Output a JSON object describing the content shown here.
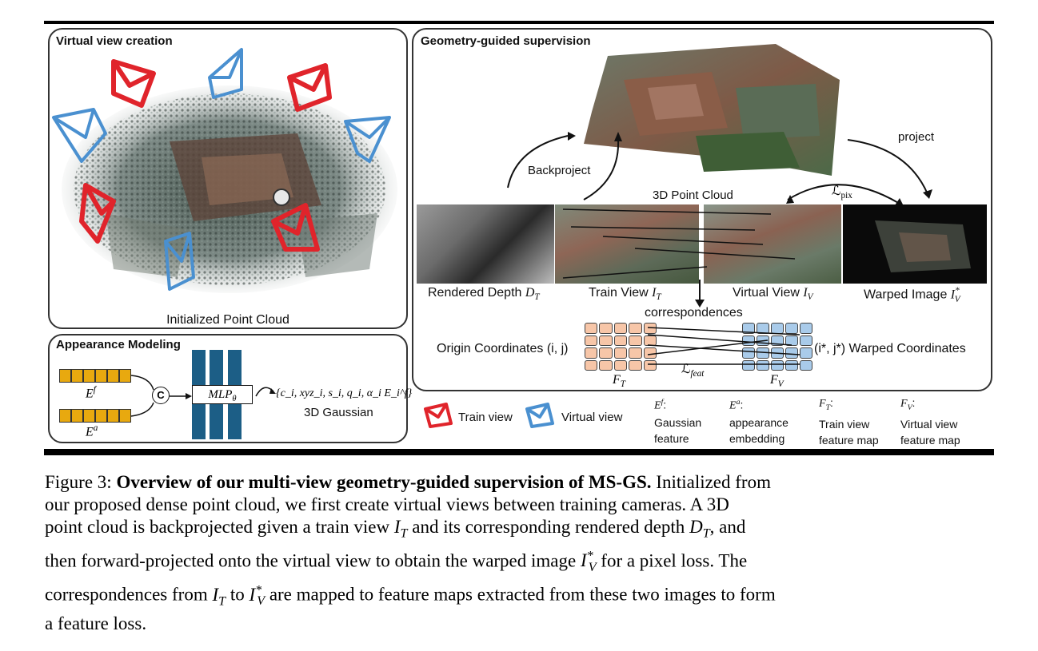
{
  "panels": {
    "virtual_view_creation": {
      "title": "Virtual view creation",
      "bottom_label": "Initialized Point Cloud"
    },
    "appearance_modeling": {
      "title": "Appearance Modeling",
      "embed_f": "E",
      "embed_f_sup": "f",
      "embed_a": "E",
      "embed_a_sup": "a",
      "concat_symbol": "C",
      "mlp_label": "MLP",
      "mlp_sub": "θ",
      "gaussian_params": "{c_i, xyz_i, s_i, q_i, α_i E_i^f}",
      "gaussian_label": "3D Gaussian"
    },
    "geometry_guided": {
      "title": "Geometry-guided supervision",
      "backproject": "Backproject",
      "project": "project",
      "point_cloud_label": "3D Point Cloud",
      "loss_pix": "ℒ",
      "loss_pix_sub": "pix",
      "rendered_depth": "Rendered Depth ",
      "rendered_depth_sym": "D",
      "rendered_depth_sub": "T",
      "train_view": "Train View ",
      "train_view_sym": "I",
      "train_view_sub": "T",
      "virtual_view": "Virtual View ",
      "virtual_view_sym": "I",
      "virtual_view_sub": "V",
      "warped_image": "Warped Image ",
      "warped_image_sym": "I",
      "warped_image_sub": "V",
      "warped_image_sup": "*",
      "correspondences": "correspondences",
      "origin_coords": "Origin Coordinates (i, j)",
      "warped_coords": "(i*, j*) Warped Coordinates",
      "loss_feat": "ℒ",
      "loss_feat_sub": "feat",
      "ft_sym": "F",
      "ft_sub": "T",
      "fv_sym": "F",
      "fv_sub": "V"
    }
  },
  "legend": {
    "train_view": "Train view",
    "virtual_view": "Virtual view",
    "items": [
      {
        "sym": "E",
        "sup": "f",
        "l1": "Gaussian",
        "l2": "feature"
      },
      {
        "sym": "E",
        "sup": "a",
        "l1": "appearance",
        "l2": "embedding"
      },
      {
        "sym": "F",
        "sub": "T",
        "l1": "Train view",
        "l2": "feature map"
      },
      {
        "sym": "F",
        "sub": "V",
        "l1": "Virtual view",
        "l2": "feature map"
      }
    ]
  },
  "caption": {
    "figure_label": "Figure 3: ",
    "bold_title": "Overview of our multi-view geometry-guided supervision of MS-GS.",
    "line1_rest": " Initialized from",
    "line2": "our proposed dense point cloud, we first create virtual views between training cameras.  A 3D",
    "line3a": "point cloud is backprojected given a train view ",
    "line3b": " and its corresponding rendered depth ",
    "line3c": ", and",
    "line4a": "then forward-projected onto the virtual view to obtain the warped image ",
    "line4b": " for a pixel loss. The",
    "line5a": "correspondences from ",
    "line5b": " to ",
    "line5c": " are mapped to feature maps extracted from these two images to form",
    "line6": "a feature loss."
  },
  "colors": {
    "train_view": "#e0242b",
    "virtual_view": "#4a90d0",
    "mlp": "#1c5e86",
    "embedding": "#e8a90f",
    "feature_train": "#f7c6a8",
    "feature_virtual": "#a9cbea"
  }
}
